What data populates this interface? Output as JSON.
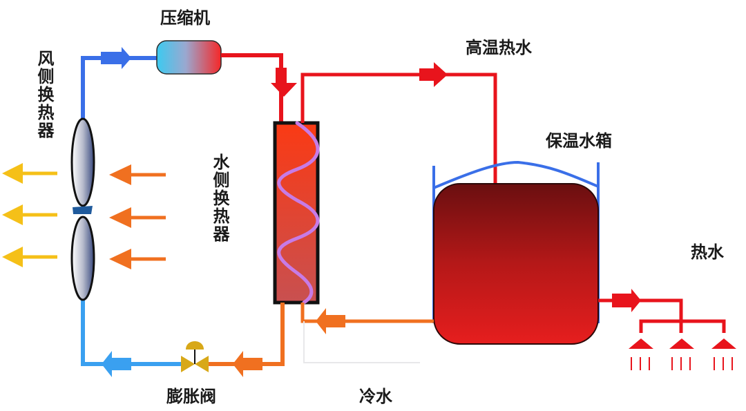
{
  "title": "空气源热泵热水系统原理图",
  "labels": {
    "compressor": "压缩机",
    "air_side_exchanger": "风侧换热器",
    "water_side_exchanger": "水侧换热器",
    "expansion_valve": "膨胀阀",
    "high_temp_hot_water": "高温热水",
    "insulated_tank": "保温水箱",
    "hot_water": "热水",
    "cold_water": "冷水"
  },
  "colors": {
    "refrigerant_low": "#3a6fe8",
    "refrigerant_low_light": "#3aa0f0",
    "refrigerant_high": "#e8141c",
    "refrigerant_liquid": "#f07020",
    "air_out": "#f5c018",
    "air_in": "#f07020",
    "coil": "#c77be6",
    "tank_top": "#6a0f10",
    "tank_bottom": "#e61e1e",
    "valve": "#d8a818",
    "tank_jacket": "#3a6fe8"
  },
  "icons": {
    "fan": "fan-blades-icon",
    "valve": "expansion-valve-icon",
    "shower": "shower-head-icon",
    "flow_arrow": "flow-arrow-icon"
  }
}
